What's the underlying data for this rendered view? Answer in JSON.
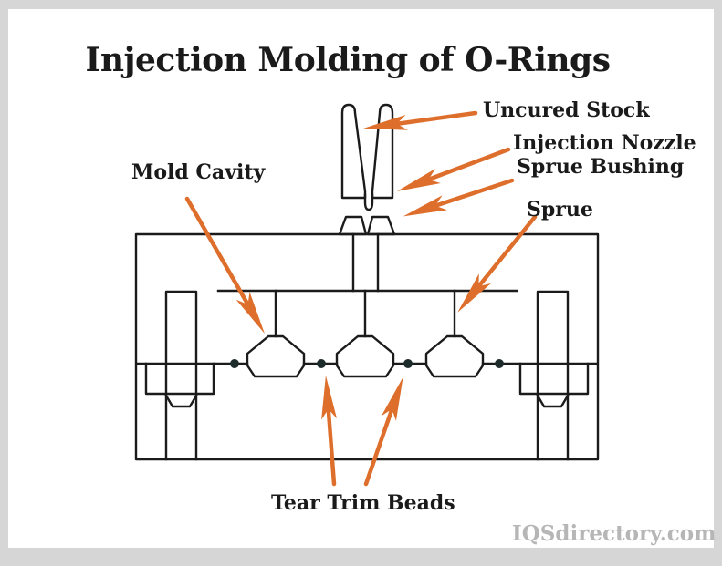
{
  "title": "Injection Molding of O-Rings",
  "labels": {
    "uncured_stock": "Uncured Stock",
    "injection_nozzle": "Injection Nozzle",
    "sprue_bushing": "Sprue Bushing",
    "sprue": "Sprue",
    "mold_cavity": "Mold Cavity",
    "tear_trim_beads": "Tear Trim Beads"
  },
  "watermark": "IQSdirectory.com",
  "diagram_parts": [
    "injection-nozzle",
    "uncured-stock-channel",
    "sprue-bushing",
    "sprue-channel",
    "mold-block",
    "mold-cavities",
    "tear-trim-beads",
    "guide-pin-bores"
  ],
  "colors": {
    "accent_arrow": "#de6e2b",
    "diagram_line": "#1b1b1b",
    "bead_dot": "#1e2b2b",
    "frame_border": "#d6d6d6",
    "title_text": "#1a1a1a",
    "watermark_text": "#b6b6b6",
    "canvas": "#ffffff"
  }
}
